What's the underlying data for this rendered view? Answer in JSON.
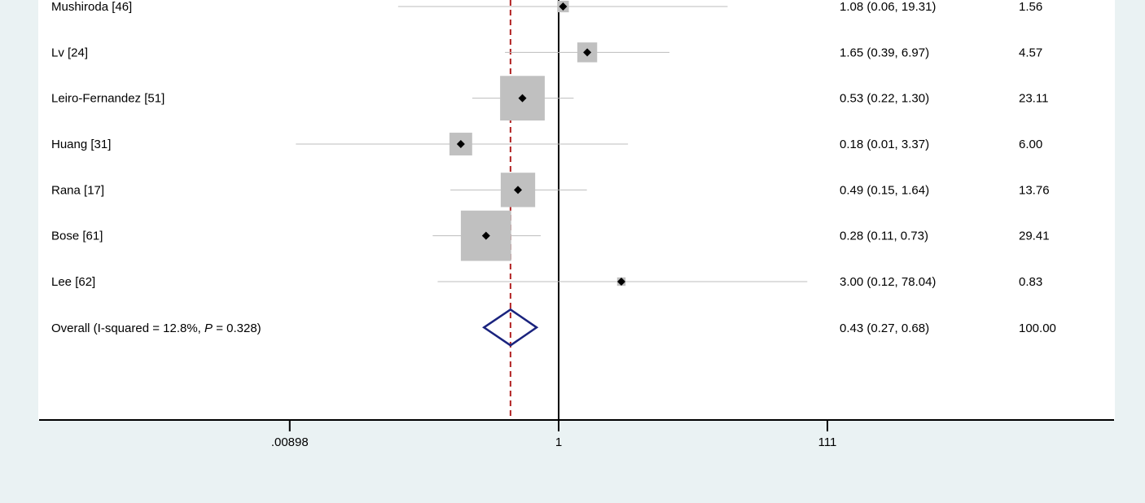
{
  "chart_data": {
    "type": "forest",
    "scale": "log",
    "x_ticks": [
      {
        "value": 0.00898,
        "label": ".00898"
      },
      {
        "value": 1,
        "label": "1"
      },
      {
        "value": 111,
        "label": "111"
      }
    ],
    "null_line": 1,
    "pooled_line": 0.43,
    "studies": [
      {
        "label": "Mushiroda  [46]",
        "or": 1.08,
        "lo": 0.06,
        "hi": 19.31,
        "ci_text": "1.08 (0.06, 19.31)",
        "weight": 1.56,
        "weight_text": "1.56"
      },
      {
        "label": "Lv  [24]",
        "or": 1.65,
        "lo": 0.39,
        "hi": 6.97,
        "ci_text": "1.65 (0.39, 6.97)",
        "weight": 4.57,
        "weight_text": "4.57"
      },
      {
        "label": "Leiro-Fernandez [51]",
        "or": 0.53,
        "lo": 0.22,
        "hi": 1.3,
        "ci_text": "0.53 (0.22, 1.30)",
        "weight": 23.11,
        "weight_text": "23.11"
      },
      {
        "label": "Huang  [31]",
        "or": 0.18,
        "lo": 0.01,
        "hi": 3.37,
        "ci_text": "0.18 (0.01, 3.37)",
        "weight": 6.0,
        "weight_text": "6.00"
      },
      {
        "label": "Rana  [17]",
        "or": 0.49,
        "lo": 0.15,
        "hi": 1.64,
        "ci_text": "0.49 (0.15, 1.64)",
        "weight": 13.76,
        "weight_text": "13.76"
      },
      {
        "label": "Bose  [61]",
        "or": 0.28,
        "lo": 0.11,
        "hi": 0.73,
        "ci_text": "0.28 (0.11, 0.73)",
        "weight": 29.41,
        "weight_text": "29.41"
      },
      {
        "label": "Lee  [62]",
        "or": 3.0,
        "lo": 0.12,
        "hi": 78.04,
        "ci_text": "3.00 (0.12, 78.04)",
        "weight": 0.83,
        "weight_text": "0.83"
      }
    ],
    "overall": {
      "label_prefix": "Overall  (I-squared = 12.8%, ",
      "label_p": "P",
      "label_suffix": " = 0.328)",
      "or": 0.43,
      "lo": 0.27,
      "hi": 0.68,
      "ci_text": "0.43 (0.27, 0.68)",
      "weight_text": "100.00"
    },
    "colors": {
      "box": "#c0c0c0",
      "ci_line": "#bdbdbd",
      "diamond": "#1a237e",
      "pooled_line": "#b22222",
      "axis": "#000000",
      "panel": "#ffffff",
      "background": "#eaf2f3"
    }
  }
}
